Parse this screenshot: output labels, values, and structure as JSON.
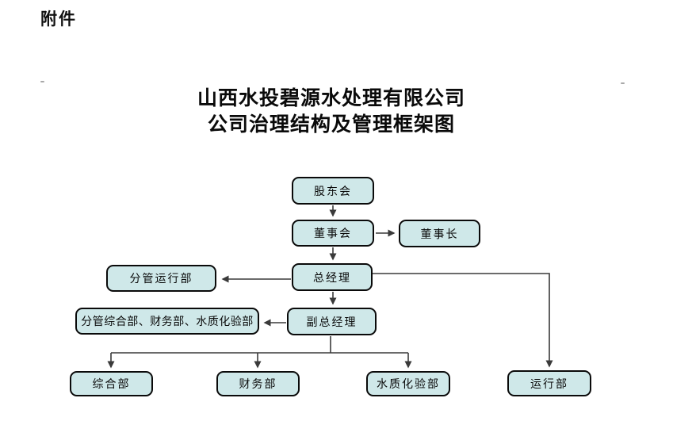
{
  "page": {
    "attachment_label": "附件"
  },
  "title": {
    "line1": "山西水投碧源水处理有限公司",
    "line2": "公司治理结构及管理框架图"
  },
  "colors": {
    "node_fill": "#cfe8e9",
    "node_border": "#0a0a0a",
    "connector": "#3a3a3a",
    "background": "#ffffff"
  },
  "nodes": {
    "shareholders": "股东会",
    "board": "董事会",
    "chairman": "董事长",
    "general_manager": "总经理",
    "ops_oversight": "分管运行部",
    "deputy_general_manager": "副总经理",
    "depts_oversight": "分管综合部、财务部、水质化验部",
    "general_dept": "综合部",
    "finance_dept": "财务部",
    "water_quality_dept": "水质化验部",
    "operations_dept": "运行部"
  },
  "connections": [
    "股东会 → 董事会",
    "董事会 → 董事长",
    "董事会 → 总经理",
    "总经理 → 分管运行部",
    "总经理 → 副总经理",
    "总经理 → 运行部",
    "副总经理 → 分管综合部、财务部、水质化验部",
    "副总经理 → 综合部",
    "副总经理 → 财务部",
    "副总经理 → 水质化验部"
  ]
}
